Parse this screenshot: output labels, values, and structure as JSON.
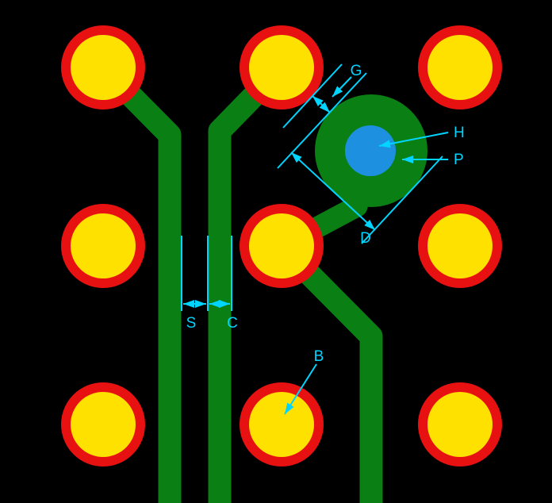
{
  "diagram": {
    "labels": {
      "g": "G",
      "h": "H",
      "p": "P",
      "d": "D",
      "s": "S",
      "c": "C",
      "b": "B"
    },
    "colors": {
      "background": "#000000",
      "annular_ring": "#e81111",
      "pad": "#ffe100",
      "trace": "#0a8014",
      "via_hole": "#1e90e0",
      "annotation": "#00d4ff"
    }
  }
}
